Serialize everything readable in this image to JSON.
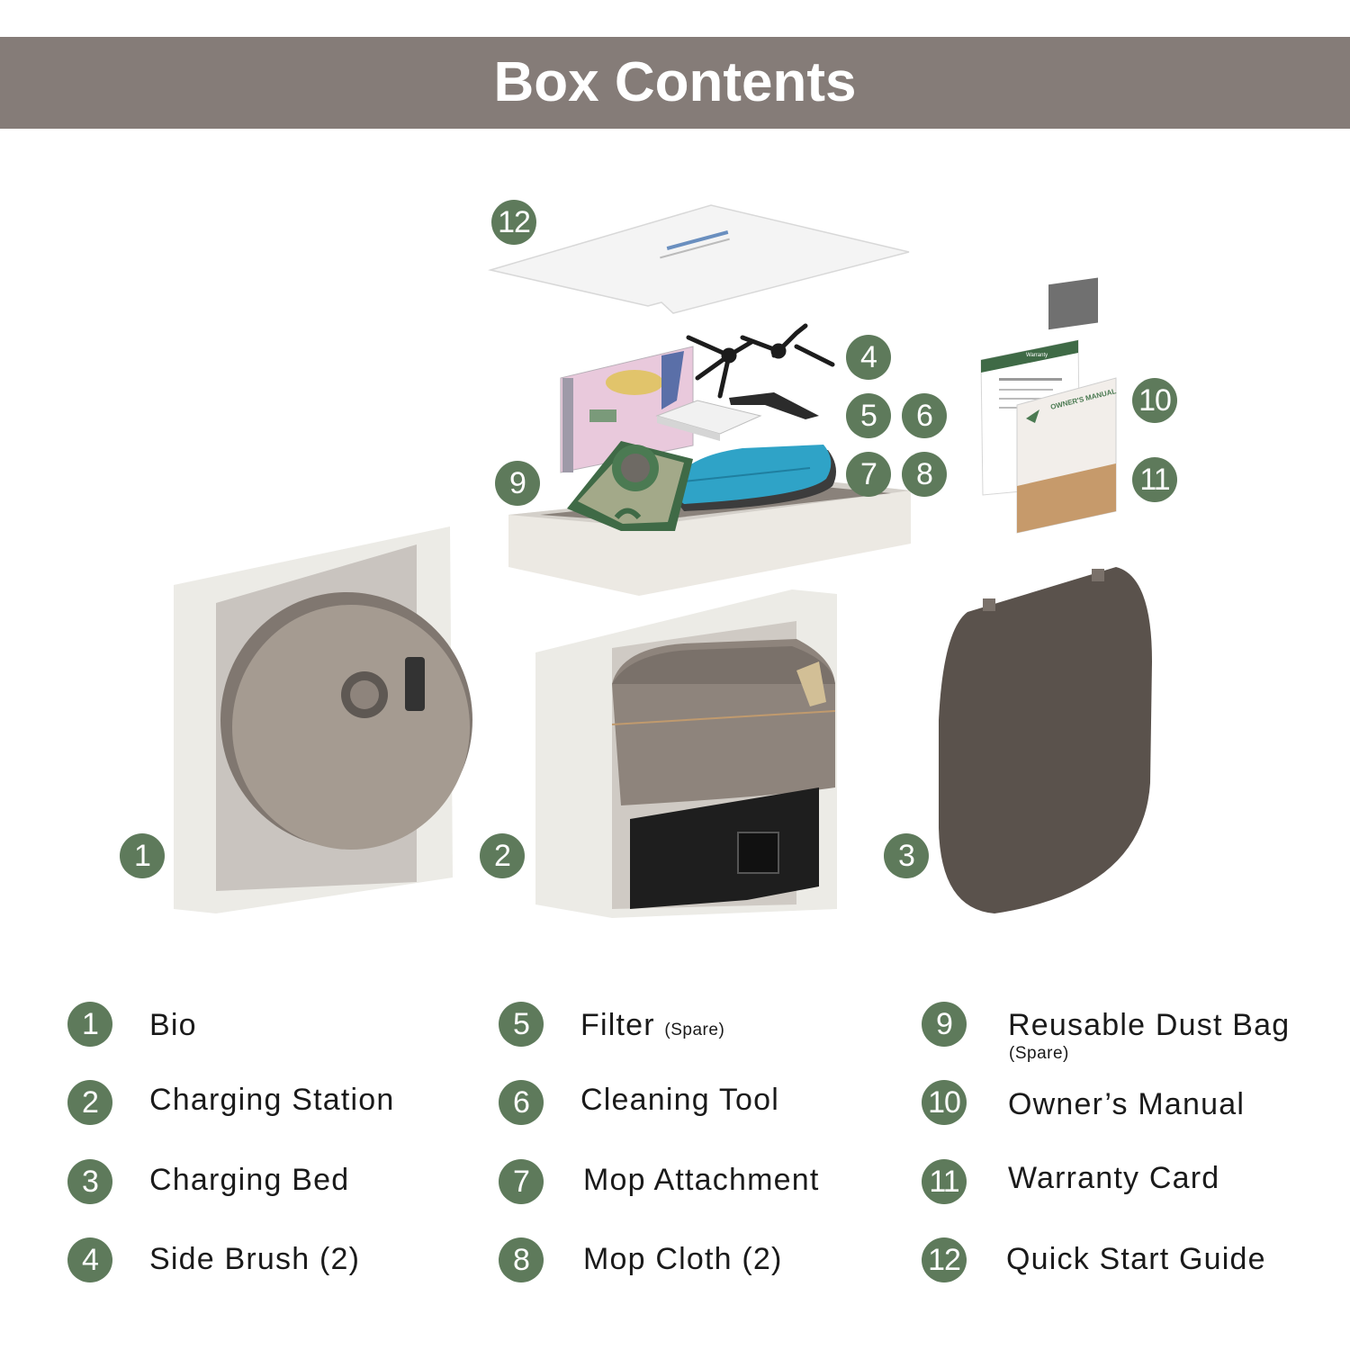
{
  "title": "Box Contents",
  "colors": {
    "banner": "#857c78",
    "badge": "#5e7a5b",
    "text": "#1a1a1a",
    "box": "#e9e7e2",
    "robot": "#8e847c",
    "dark": "#5a524c"
  },
  "illustration_badges": [
    "1",
    "2",
    "3",
    "4",
    "5",
    "6",
    "7",
    "8",
    "9",
    "10",
    "11",
    "12"
  ],
  "legend": [
    {
      "number": "1",
      "label": "Bio"
    },
    {
      "number": "2",
      "label": "Charging Station"
    },
    {
      "number": "3",
      "label": "Charging Bed"
    },
    {
      "number": "4",
      "label": "Side Brush (2)"
    },
    {
      "number": "5",
      "label": "Filter",
      "note": "(Spare)"
    },
    {
      "number": "6",
      "label": "Cleaning Tool"
    },
    {
      "number": "7",
      "label": "Mop Attachment"
    },
    {
      "number": "8",
      "label": "Mop Cloth (2)"
    },
    {
      "number": "9",
      "label": "Reusable Dust Bag",
      "note": "(Spare)"
    },
    {
      "number": "10",
      "label": "Owner’s Manual"
    },
    {
      "number": "11",
      "label": "Warranty Card"
    },
    {
      "number": "12",
      "label": "Quick Start Guide"
    }
  ],
  "manual_cover": "OWNER'S MANUAL",
  "warranty_card_title": "Warranty"
}
